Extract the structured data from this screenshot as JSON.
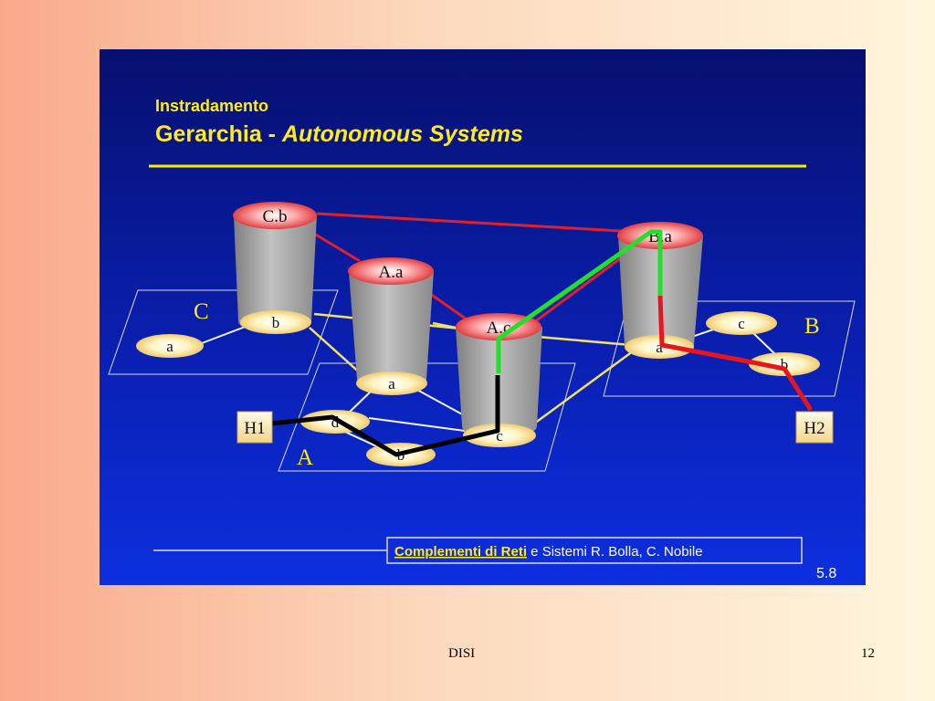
{
  "slide": {
    "subtitle": "Instradamento",
    "title_prefix": "Gerarchia - ",
    "title_italic": "Autonomous Systems",
    "page_number": "5.8",
    "credit": {
      "course": "Complementi di Reti",
      "rest": " e Sistemi  R. Bolla, C. Nobile"
    }
  },
  "diagram": {
    "as_labels": {
      "A": "A",
      "B": "B",
      "C": "C"
    },
    "hosts": {
      "h1": "H1",
      "h2": "H2"
    },
    "cylinders": {
      "cb": "C.b",
      "aa": "A.a",
      "ac": "A.c",
      "ba": "B.a"
    },
    "routers": {
      "c_a": "a",
      "c_b": "b",
      "a_a": "a",
      "a_d": "d",
      "a_b": "b",
      "a_c": "c",
      "b_a": "a",
      "b_b": "b",
      "b_c": "c"
    },
    "colors": {
      "inter_as_link": "#e0202a",
      "intra_link": "#f1e16a",
      "path_a": "#000000",
      "path_inter": "#22e02a",
      "path_b": "#e8161c",
      "title_rule": "#f4f000"
    }
  },
  "footer": {
    "org": "DISI",
    "slide_number": "12"
  }
}
